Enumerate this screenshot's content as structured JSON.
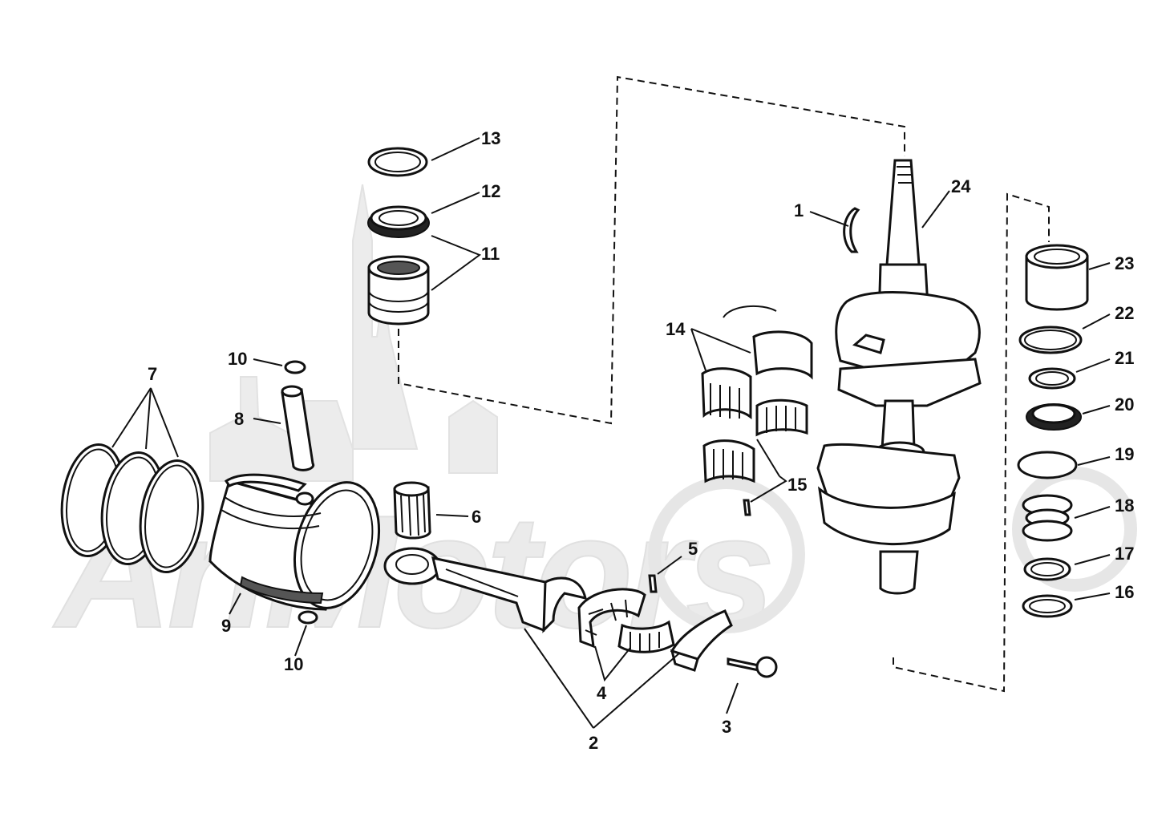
{
  "watermark": {
    "text": "AriMotors",
    "color": "#e9e9e9"
  },
  "colors": {
    "ink": "#111111",
    "background": "#ffffff"
  },
  "callouts": [
    {
      "id": "c13",
      "label": "13"
    },
    {
      "id": "c12",
      "label": "12"
    },
    {
      "id": "c11",
      "label": "11"
    },
    {
      "id": "c10a",
      "label": "10"
    },
    {
      "id": "c10b",
      "label": "10"
    },
    {
      "id": "c7",
      "label": "7"
    },
    {
      "id": "c8",
      "label": "8"
    },
    {
      "id": "c9",
      "label": "9"
    },
    {
      "id": "c6",
      "label": "6"
    },
    {
      "id": "c5",
      "label": "5"
    },
    {
      "id": "c4",
      "label": "4"
    },
    {
      "id": "c3",
      "label": "3"
    },
    {
      "id": "c2",
      "label": "2"
    },
    {
      "id": "c14",
      "label": "14"
    },
    {
      "id": "c15",
      "label": "15"
    },
    {
      "id": "c1",
      "label": "1"
    },
    {
      "id": "c24",
      "label": "24"
    },
    {
      "id": "c23",
      "label": "23"
    },
    {
      "id": "c22",
      "label": "22"
    },
    {
      "id": "c21",
      "label": "21"
    },
    {
      "id": "c20",
      "label": "20"
    },
    {
      "id": "c19",
      "label": "19"
    },
    {
      "id": "c18",
      "label": "18"
    },
    {
      "id": "c17",
      "label": "17"
    },
    {
      "id": "c16",
      "label": "16"
    }
  ]
}
